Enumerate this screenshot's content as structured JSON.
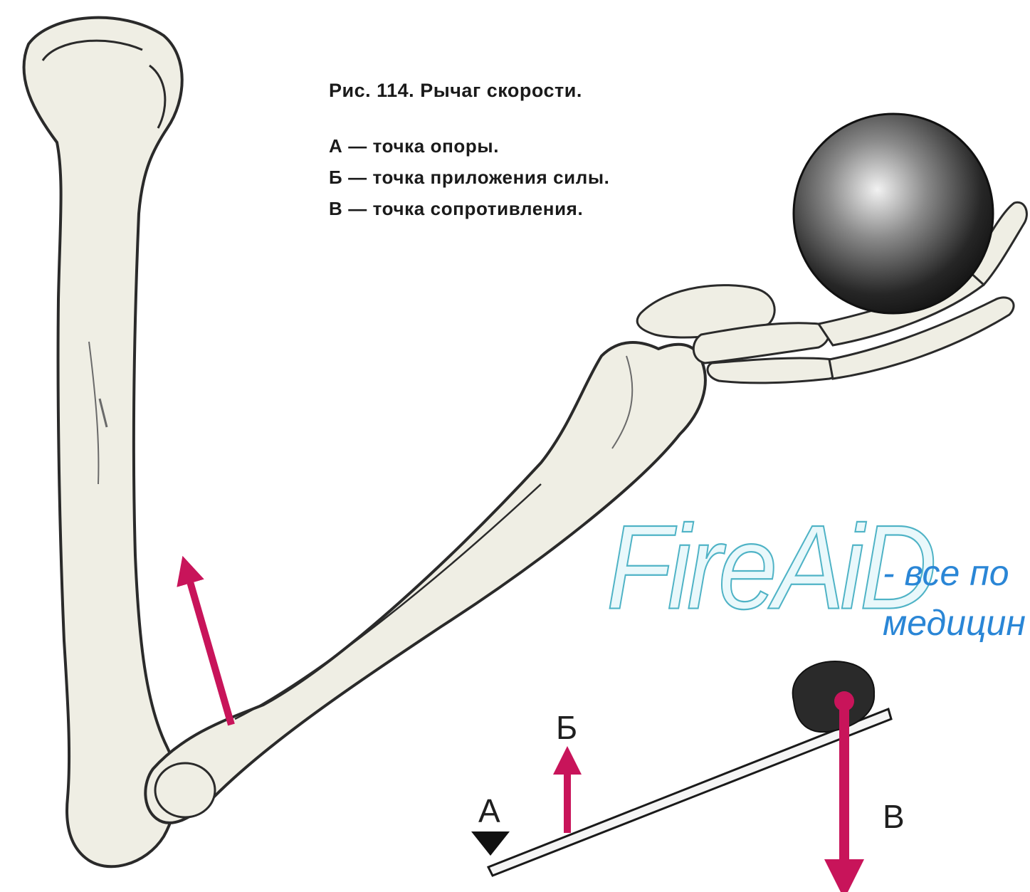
{
  "caption": {
    "title": "Рис. 114. Рычаг скорости.",
    "legend": [
      "А — точка опоры.",
      "Б — точка приложения силы.",
      "В — точка сопротивления."
    ]
  },
  "diagram_labels": {
    "fulcrum": "А",
    "force": "Б",
    "resistance": "В"
  },
  "watermark": {
    "brand": "FireAiD",
    "tag_line1": "- все по",
    "tag_line2": "медицин"
  },
  "colors": {
    "arrow": "#c8145a",
    "bone_fill": "#efeee4",
    "bone_outline": "#2a2a2a",
    "ball": "#1d1d1d",
    "watermark_outline": "#4fb3c6",
    "watermark_tag": "#2a86d6"
  }
}
